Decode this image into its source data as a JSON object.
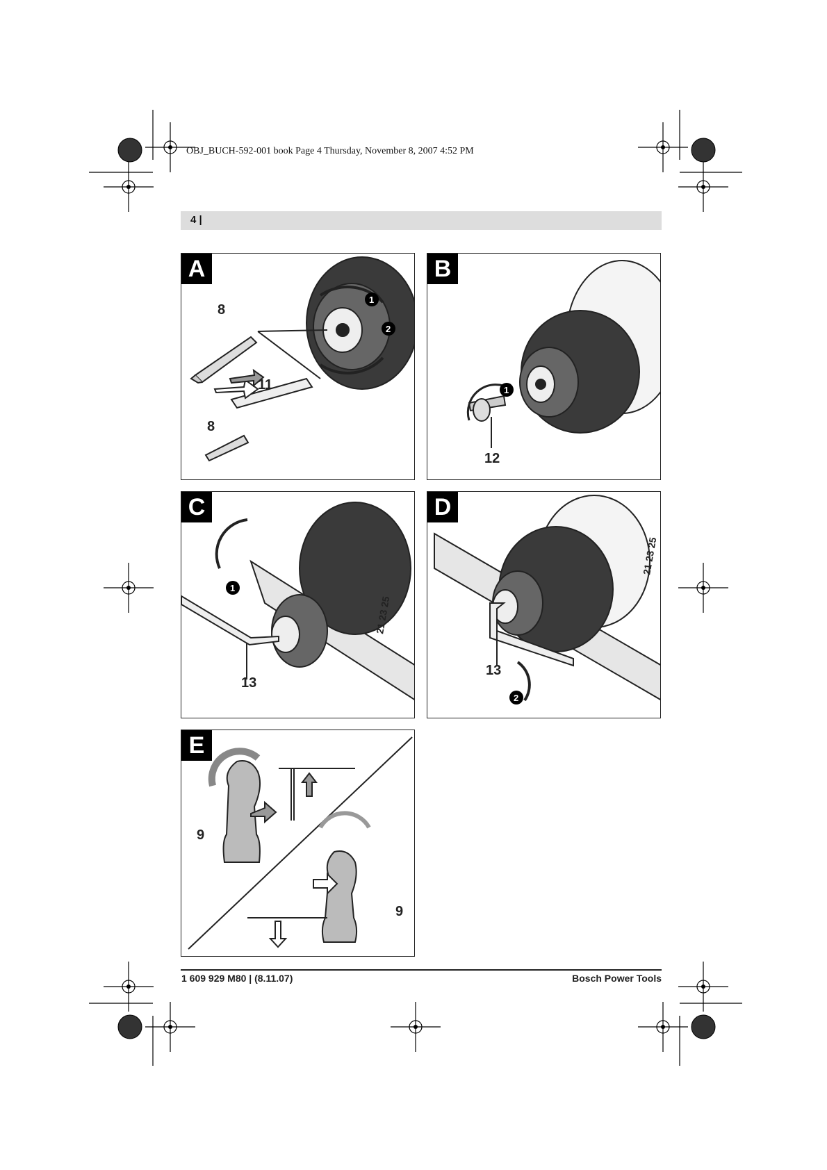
{
  "print_slug": "OBJ_BUCH-592-001 book  Page 4  Thursday, November 8, 2007  4:52 PM",
  "header": {
    "page_number": "4 |"
  },
  "panels": {
    "A": {
      "tag": "A",
      "callouts": {
        "bit_top": "8",
        "adapter": "11",
        "bit_bottom": "8"
      },
      "steps": [
        "1",
        "2"
      ]
    },
    "B": {
      "tag": "B",
      "callouts": {
        "screw": "12"
      },
      "steps": [
        "1"
      ]
    },
    "C": {
      "tag": "C",
      "callouts": {
        "hex_key": "13"
      },
      "steps": [
        "1"
      ],
      "scale": "21 23 25"
    },
    "D": {
      "tag": "D",
      "callouts": {
        "hex_key": "13"
      },
      "steps": [
        "2"
      ],
      "scale": "21 23 25"
    },
    "E": {
      "tag": "E",
      "callouts": {
        "switch_top": "9",
        "switch_bottom": "9"
      }
    }
  },
  "footer": {
    "doc_ref": "1 609 929 M80 | (8.11.07)",
    "brand": "Bosch Power Tools"
  }
}
